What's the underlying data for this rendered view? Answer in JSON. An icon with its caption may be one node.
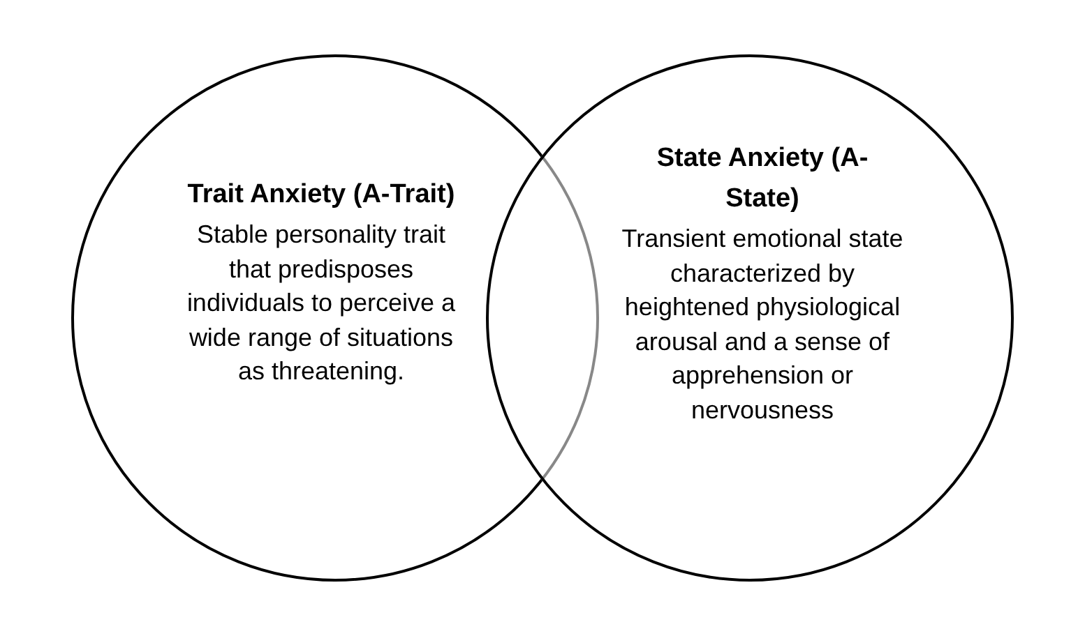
{
  "diagram": {
    "nodes": [
      {
        "text": [
          "Trait Anxiety (A-Trait)",
          "Stable personality trait that predisposes individuals to perceive a wide range of situations as threatening."
        ]
      },
      {
        "text": [
          "State Anxiety (A- State)",
          "Transient emotional state characterized by heightened physiological arousal and a sense of apprehension or nervousness"
        ]
      }
    ]
  }
}
